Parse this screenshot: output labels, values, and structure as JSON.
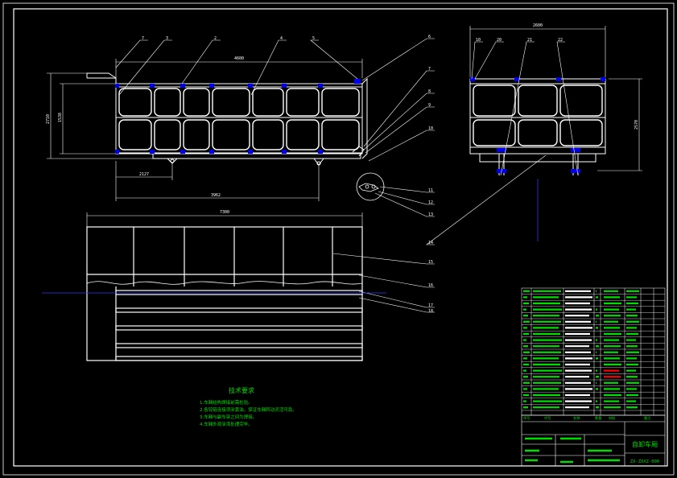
{
  "colors": {
    "background": "#000000",
    "line": "#ffffff",
    "blue_member": "#0000ee",
    "green_text": "#00dd00",
    "red_text": "#ff0000",
    "cyan_text": "#00e5e5",
    "leader": "#ffffff",
    "axis_blue": "#3333ff"
  },
  "side_view": {
    "dim_top": "4600",
    "dim_bottom_inner": "2127",
    "dim_bottom_total": "3962",
    "dim_left_outer": "2710",
    "dim_left_inner": "1538"
  },
  "end_view": {
    "dim_top": "2600",
    "dim_right": "2570"
  },
  "callouts": {
    "side_top": [
      "7",
      "3",
      "2",
      "4",
      "5"
    ],
    "end_top": [
      "10",
      "20",
      "21",
      "22"
    ],
    "right_column": [
      "6",
      "7",
      "8",
      "9",
      "10",
      "11",
      "12",
      "13",
      "14",
      "15",
      "16",
      "17",
      "18"
    ]
  },
  "plan_view": {
    "dim_top": "7300"
  },
  "notes": {
    "title": "技术要求",
    "lines": [
      "1.车厢结构焊接前需检验。",
      "2.各铰链连接须涂黄油，保证车厢转动灵活可靠。",
      "3.车厢与副车架之间为焊接。",
      "4.车厢外观涂漆处理完毕。"
    ]
  },
  "title_block": {
    "drawing_name": "自卸车厢",
    "drawing_number": "ZX-ZXXZ-000",
    "headers": [
      "序号",
      "代号",
      "名称",
      "数量",
      "材料",
      "备注"
    ]
  }
}
